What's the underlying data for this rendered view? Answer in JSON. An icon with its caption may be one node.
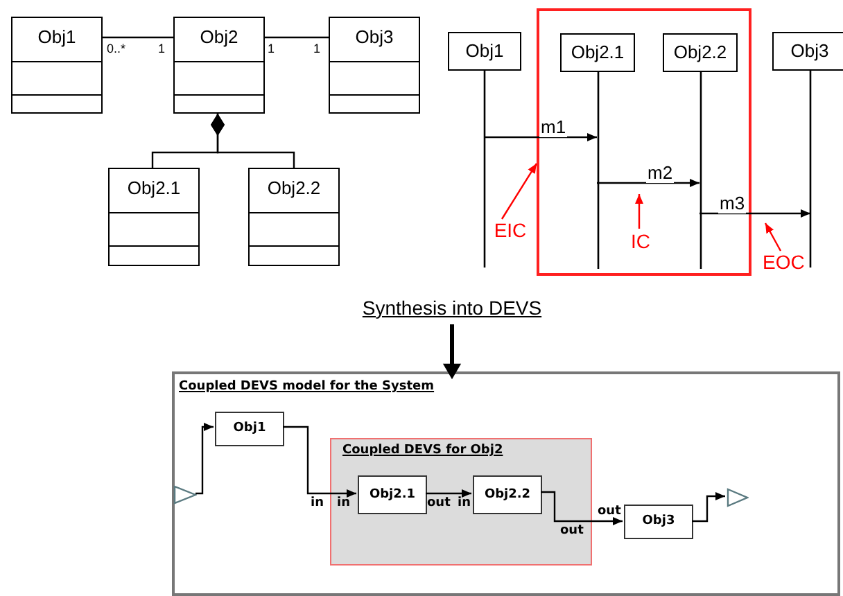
{
  "diagram": {
    "nodes": [
      {
        "text": [
          "Obj1"
        ]
      },
      {
        "text": [
          "Obj2"
        ]
      },
      {
        "text": [
          "Obj3"
        ]
      },
      {
        "text": [
          "Obj2.1"
        ]
      },
      {
        "text": [
          "Obj2.2"
        ]
      },
      {
        "text": [],
        "shape": "box"
      },
      {
        "text": [
          "Obj1"
        ]
      },
      {
        "text": [
          "Obj2.1"
        ],
        "in": 5
      },
      {
        "text": [
          "Obj2.2"
        ],
        "in": 5
      },
      {
        "text": [
          "Obj3"
        ]
      },
      {
        "text": [
          "EIC"
        ]
      },
      {
        "text": [
          "IC"
        ],
        "in": 5
      },
      {
        "text": [
          "EOC"
        ]
      },
      {
        "text": [
          "Synthesis into DEVS"
        ]
      },
      {
        "text": [
          "Coupled DEVS model for the System"
        ]
      },
      {
        "text": [],
        "shape": "triangle",
        "in": 14
      },
      {
        "text": [
          "Obj1"
        ],
        "in": 14
      },
      {
        "text": [
          "Coupled DEVS for Obj2"
        ],
        "in": 14
      },
      {
        "text": [
          "Obj2.1"
        ],
        "in": 17
      },
      {
        "text": [
          "Obj2.2"
        ],
        "in": 17
      },
      {
        "text": [
          "Obj3"
        ],
        "in": 14
      },
      {
        "text": [],
        "shape": "triangle",
        "in": 14
      }
    ],
    "edges": [
      {
        "from": 0,
        "to": 1,
        "arrow": "none"
      },
      {
        "from": 1,
        "to": 2,
        "arrow": "none"
      },
      {
        "from": 3,
        "to": 1,
        "arrow": "other"
      },
      {
        "from": 4,
        "to": 1,
        "arrow": "other"
      },
      {
        "from": 6,
        "to": 7,
        "arrow": "to",
        "label": "m1"
      },
      {
        "from": 7,
        "to": 8,
        "arrow": "to",
        "label": "m2"
      },
      {
        "from": 8,
        "to": 9,
        "arrow": "to",
        "label": "m3"
      },
      {
        "from": 10,
        "to": 5,
        "arrow": "to",
        "color": "#ff0000"
      },
      {
        "from": 11,
        "to": 7,
        "arrow": "to",
        "color": "#ff0000"
      },
      {
        "from": 12,
        "to": null,
        "arrow": "to",
        "color": "#ff0000"
      },
      {
        "from": 13,
        "to": 14,
        "arrow": "to",
        "style": "thick"
      },
      {
        "from": 15,
        "to": 16,
        "arrow": "to"
      },
      {
        "from": 16,
        "to": 18,
        "arrow": "to"
      },
      {
        "from": 18,
        "to": 19,
        "arrow": "to"
      },
      {
        "from": 19,
        "to": 20,
        "arrow": "to"
      },
      {
        "from": 20,
        "to": 21,
        "arrow": "to"
      }
    ],
    "labels": [
      "0..*",
      "1",
      "1",
      "1",
      "in",
      "in",
      "out",
      "in",
      "out",
      "out"
    ]
  }
}
